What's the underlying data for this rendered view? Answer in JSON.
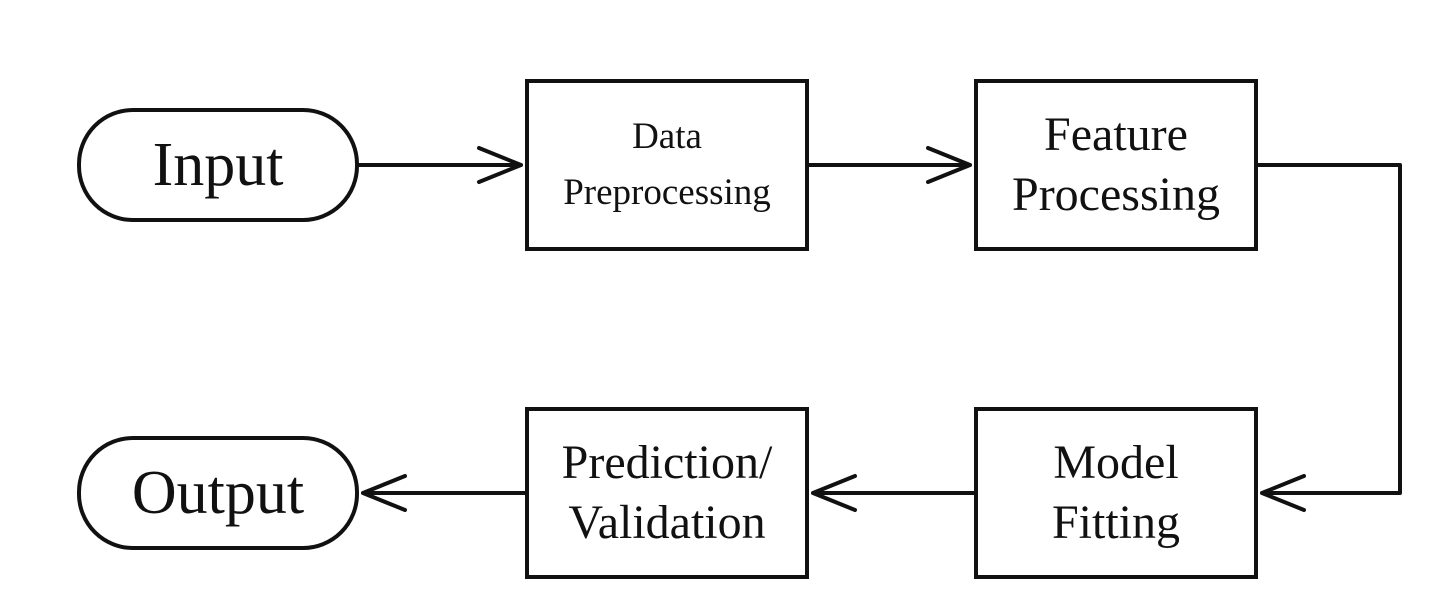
{
  "diagram": {
    "nodes": {
      "input": {
        "label": "Input"
      },
      "data_preprocessing": {
        "line1": "Data",
        "line2": "Preprocessing"
      },
      "feature_processing": {
        "line1": "Feature",
        "line2": "Processing"
      },
      "model_fitting": {
        "line1": "Model",
        "line2": "Fitting"
      },
      "prediction_validation": {
        "line1": "Prediction/",
        "line2": "Validation"
      },
      "output": {
        "label": "Output"
      }
    },
    "edges": [
      {
        "from": "Input",
        "to": "Data Preprocessing"
      },
      {
        "from": "Data Preprocessing",
        "to": "Feature Processing"
      },
      {
        "from": "Feature Processing",
        "to": "Model Fitting"
      },
      {
        "from": "Model Fitting",
        "to": "Prediction/Validation"
      },
      {
        "from": "Prediction/Validation",
        "to": "Output"
      }
    ],
    "colors": {
      "stroke": "#111111",
      "background": "#ffffff"
    }
  }
}
